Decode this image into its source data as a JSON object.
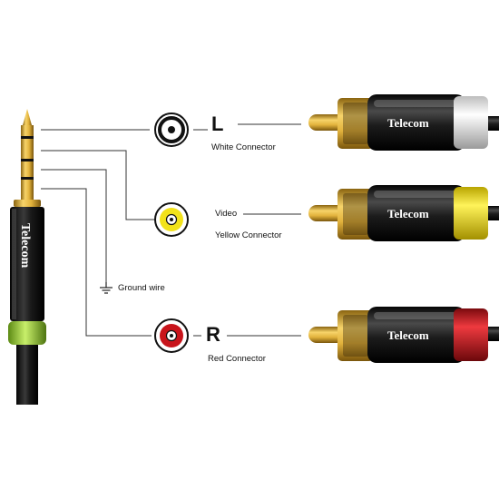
{
  "brand": "Telecom",
  "labels": {
    "left_channel": "L",
    "white_connector": "White Connector",
    "video": "Video",
    "yellow_connector": "Yellow Connector",
    "ground_wire": "Ground wire",
    "right_channel": "R",
    "red_connector": "Red Connector"
  },
  "colors": {
    "white_connector": "#e8e8e8",
    "yellow_connector": "#f2e21a",
    "red_connector": "#c8141b",
    "gold_plating": "#d9a92e",
    "jack_collar": "#9ccf33",
    "body_black": "#141414"
  },
  "icons": {
    "white_port": "white-rca-socket-icon",
    "yellow_port": "yellow-rca-socket-icon",
    "red_port": "red-rca-socket-icon",
    "ground": "ground-symbol-icon",
    "wifi": "wifi-logo-icon"
  }
}
